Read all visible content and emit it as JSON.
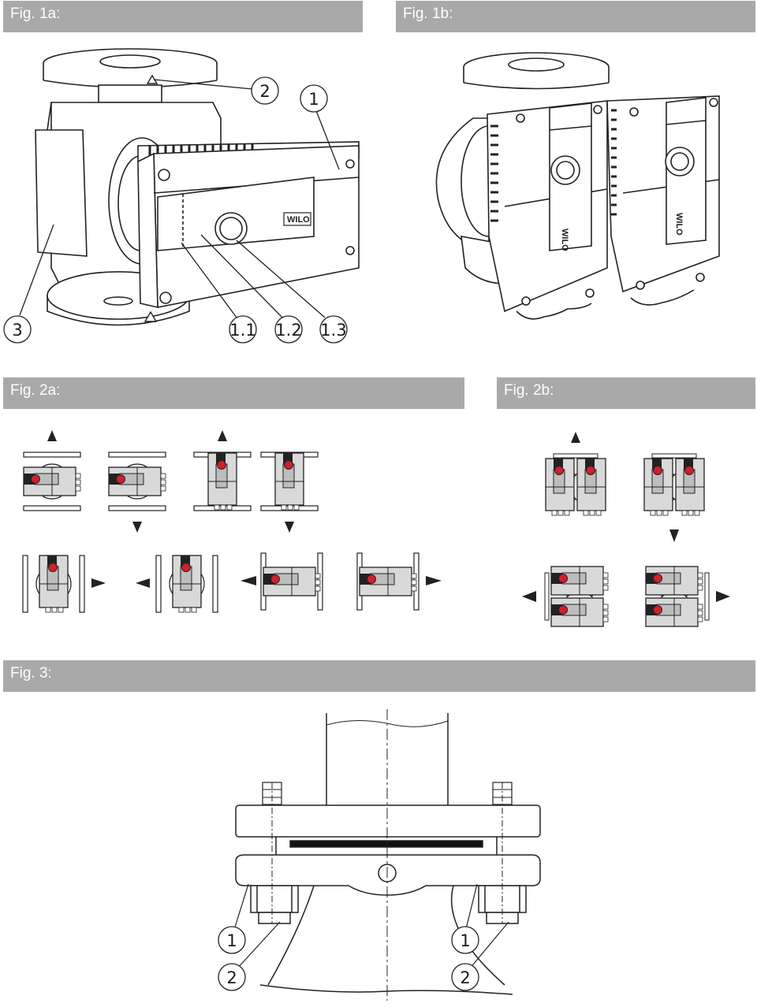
{
  "figures": {
    "fig1a": {
      "label": "Fig. 1a:",
      "callouts": [
        "1",
        "2",
        "3",
        "1.1",
        "1.2",
        "1.3"
      ],
      "brand": "WILO"
    },
    "fig1b": {
      "label": "Fig. 1b:",
      "brand": "WILO"
    },
    "fig2a": {
      "label": "Fig. 2a:"
    },
    "fig2b": {
      "label": "Fig. 2b:"
    },
    "fig3": {
      "label": "Fig. 3:",
      "callouts_left": [
        "1",
        "2"
      ],
      "callouts_right": [
        "1",
        "2"
      ]
    }
  },
  "colors": {
    "header_bar": "#a9a9a9",
    "indicator_red": "#d0202c",
    "body_grey": "#d9d9d9"
  }
}
